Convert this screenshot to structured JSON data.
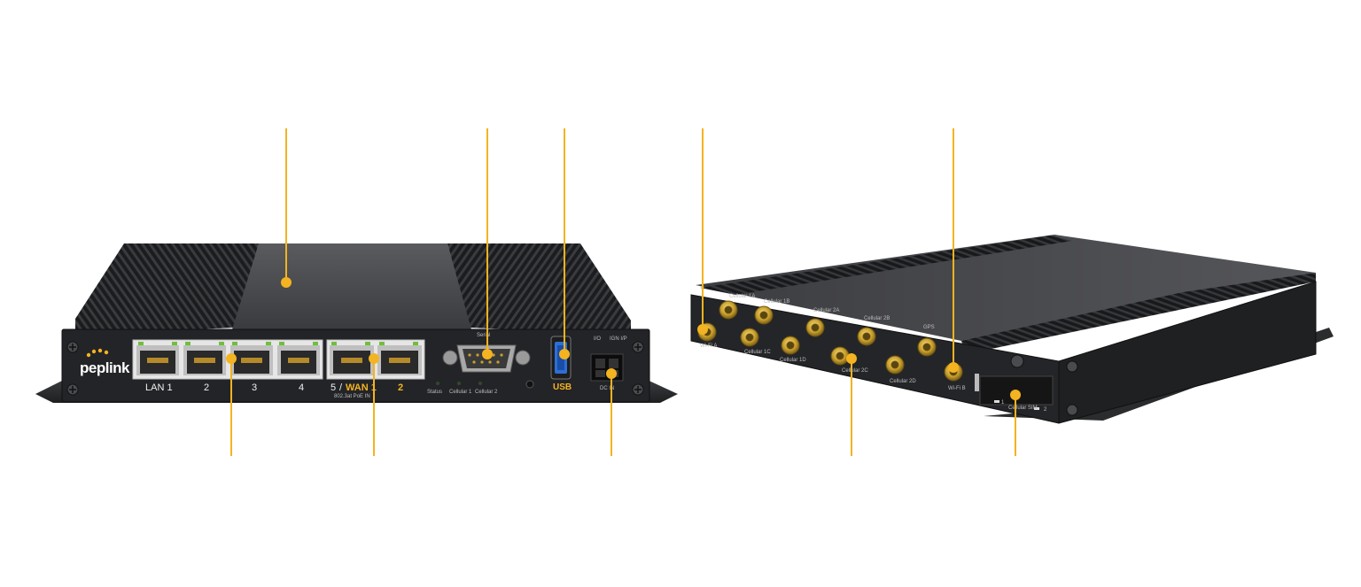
{
  "front_panel": {
    "brand": "peplink",
    "port_labels": {
      "lan1": "LAN 1",
      "p2": "2",
      "p3": "3",
      "p4": "4",
      "p5": "5",
      "slash": "/",
      "wan1": "WAN 1",
      "wan2": "2",
      "poe": "802.3at PoE IN"
    },
    "serial_label": "Serial",
    "led_labels": [
      "Status",
      "Cellular 1",
      "Cellular 2"
    ],
    "usb_label": "USB",
    "io_label": "I/O",
    "ign_label": "IGN I/P",
    "dc_label": "DC IN"
  },
  "rear_panel": {
    "antenna_labels": [
      "Wi-Fi A",
      "Cellular 1A",
      "Cellular 1B",
      "Cellular 1C",
      "Cellular 1D",
      "Cellular 2A",
      "Cellular 2B",
      "Cellular 2C",
      "Cellular 2D",
      "GPS",
      "Wi-Fi B"
    ],
    "sim_label": "Cellular SIM",
    "sim_slots": [
      "1",
      "2"
    ]
  },
  "colors": {
    "callout": "#f4b320",
    "chassis": "#2a2b2d",
    "usb_blue": "#2d6fd6",
    "antenna_gold": "#c9a02e"
  }
}
